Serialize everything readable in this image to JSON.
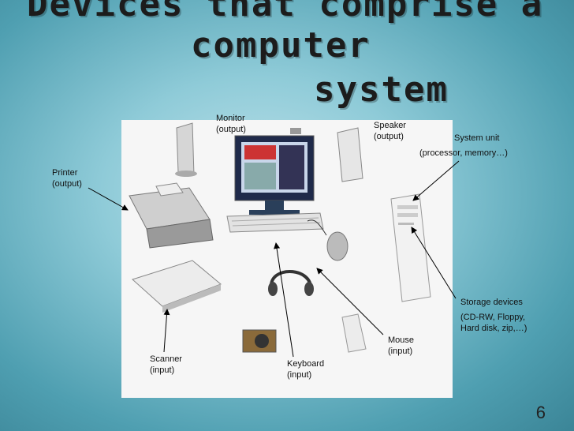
{
  "title": {
    "line1": "Devices that comprise a",
    "line2": "computer",
    "line3": "system"
  },
  "labels": {
    "monitor": [
      "Monitor",
      "(output)"
    ],
    "speaker": [
      "Speaker",
      "(output)"
    ],
    "system_unit": [
      "System unit",
      "(processor, memory…)"
    ],
    "printer": [
      "Printer",
      "(output)"
    ],
    "storage": [
      "Storage devices",
      "(CD-RW, Floppy,",
      "Hard disk, zip,…)"
    ],
    "mouse": [
      "Mouse",
      "(input)"
    ],
    "scanner": [
      "Scanner",
      "(input)"
    ],
    "keyboard": [
      "Keyboard",
      "(input)"
    ]
  },
  "slide_number": "6",
  "colors": {
    "background": "#8fcbd8",
    "title": "#1c1c1c",
    "diagram_bg": "#f6f6f6"
  }
}
